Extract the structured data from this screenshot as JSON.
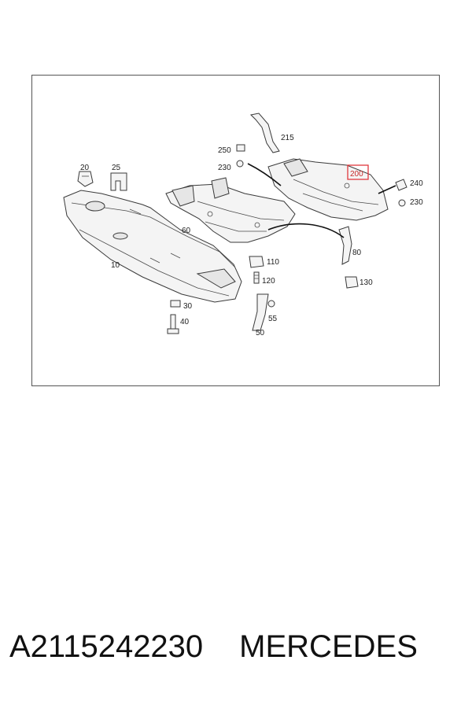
{
  "diagram": {
    "labels": [
      "10",
      "20",
      "25",
      "30",
      "40",
      "50",
      "55",
      "60",
      "80",
      "110",
      "120",
      "130",
      "200",
      "215",
      "230",
      "230",
      "240",
      "250"
    ],
    "highlighted_label": "200",
    "highlight_color": "#e0393e"
  },
  "footer": {
    "part_number": "A2115242230",
    "brand": "MERCEDES"
  }
}
